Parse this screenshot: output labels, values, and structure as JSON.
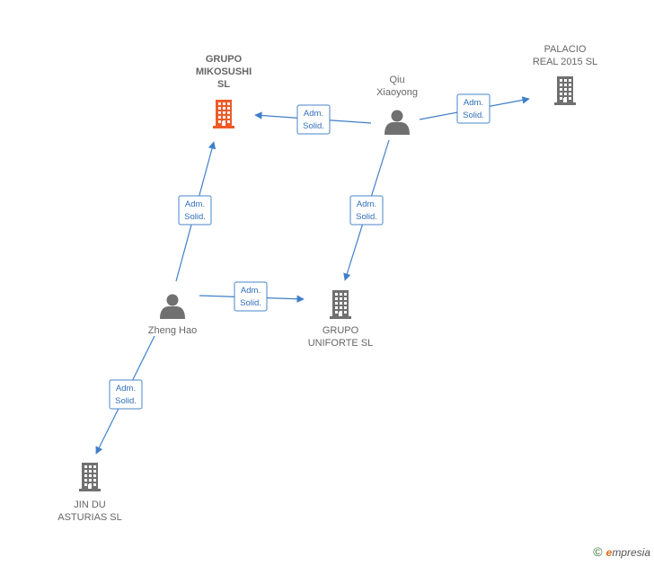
{
  "colors": {
    "edge": "#3f7fc9",
    "company_default": "#707070",
    "company_highlight": "#f05a28",
    "person": "#707070"
  },
  "nodes": {
    "mikosushi": {
      "lines": [
        "GRUPO",
        "MIKOSUSHI",
        "SL"
      ],
      "kind": "company",
      "highlight": true,
      "icon": "building-icon"
    },
    "palacio": {
      "lines": [
        "PALACIO",
        "REAL 2015  SL"
      ],
      "kind": "company",
      "highlight": false,
      "icon": "building-icon"
    },
    "qiu": {
      "lines": [
        "Qiu",
        "Xiaoyong"
      ],
      "kind": "person",
      "icon": "person-icon"
    },
    "zheng": {
      "lines": [
        "Zheng Hao"
      ],
      "kind": "person",
      "icon": "person-icon"
    },
    "uniforte": {
      "lines": [
        "GRUPO",
        "UNIFORTE  SL"
      ],
      "kind": "company",
      "highlight": false,
      "icon": "building-icon"
    },
    "jindu": {
      "lines": [
        "JIN DU",
        "ASTURIAS  SL"
      ],
      "kind": "company",
      "highlight": false,
      "icon": "building-icon"
    }
  },
  "edges": [
    {
      "from": "qiu",
      "to": "mikosushi",
      "label": [
        "Adm.",
        "Solid."
      ]
    },
    {
      "from": "qiu",
      "to": "palacio",
      "label": [
        "Adm.",
        "Solid."
      ]
    },
    {
      "from": "qiu",
      "to": "uniforte",
      "label": [
        "Adm.",
        "Solid."
      ]
    },
    {
      "from": "zheng",
      "to": "mikosushi",
      "label": [
        "Adm.",
        "Solid."
      ]
    },
    {
      "from": "zheng",
      "to": "uniforte",
      "label": [
        "Adm.",
        "Solid."
      ]
    },
    {
      "from": "zheng",
      "to": "jindu",
      "label": [
        "Adm.",
        "Solid."
      ]
    }
  ],
  "watermark": {
    "copyright": "©",
    "brand_initial": "e",
    "brand_rest": "mpresia"
  }
}
